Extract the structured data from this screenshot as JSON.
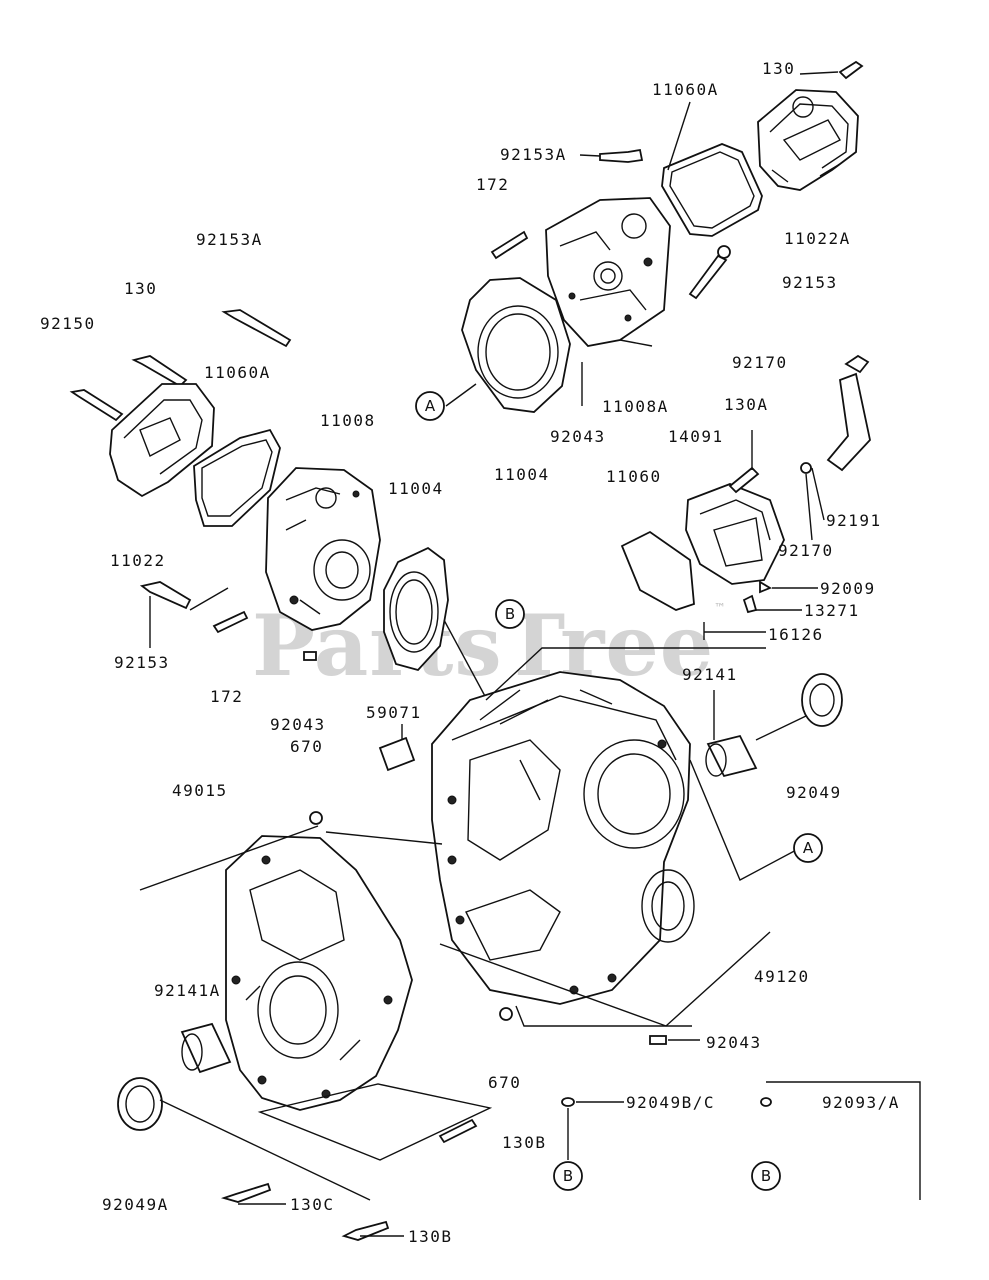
{
  "watermark": {
    "text": "PartsTree",
    "tm": "™"
  },
  "labels": {
    "l130_top": "130",
    "l11060A_top": "11060A",
    "l92153A_top": "92153A",
    "l172_top": "172",
    "l11022A": "11022A",
    "l92153A_left": "92153A",
    "l92153_right": "92153",
    "l130_left": "130",
    "l92150": "92150",
    "l11060A_left": "11060A",
    "l92170_a": "92170",
    "l11008A": "11008A",
    "l130A": "130A",
    "l11008": "11008",
    "l92043_top": "92043",
    "l14091": "14091",
    "l11004_a": "11004",
    "l11004_b": "11004",
    "l11060": "11060",
    "l92191": "92191",
    "l92170_b": "92170",
    "l11022": "11022",
    "l92009": "92009",
    "l13271": "13271",
    "l16126": "16126",
    "l92153_left": "92153",
    "l172_left": "172",
    "l92141": "92141",
    "l92043_mid": "92043",
    "l59071": "59071",
    "l670_mid": "670",
    "l49015": "49015",
    "l92049": "92049",
    "l49120": "49120",
    "l92141A": "92141A",
    "l92043_bot": "92043",
    "l670_bot": "670",
    "l92049BC": "92049B/C",
    "l92093A": "92093/A",
    "l130B_a": "130B",
    "l92049A": "92049A",
    "l130C": "130C",
    "l130B_b": "130B"
  },
  "callouts": {
    "a_top": "A",
    "a_right": "A",
    "b_mid": "B",
    "b_bot1": "B",
    "b_bot2": "B"
  }
}
